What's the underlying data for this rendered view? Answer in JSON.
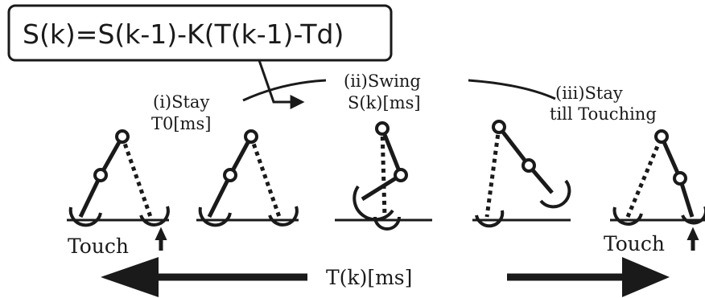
{
  "formula": "S(k)=S(k-1)-K(T(k-1)-Td)",
  "phases": {
    "stay": {
      "line1": "(i)Stay",
      "line2": "T0[ms]"
    },
    "swing": {
      "line1": "(ii)Swing",
      "line2": "S(k)[ms]"
    },
    "stay_touch": {
      "line1": "(iii)Stay",
      "line2": "till Touching"
    }
  },
  "touch_left": "Touch",
  "touch_right": "Touch",
  "period_label": "T(k)[ms]"
}
